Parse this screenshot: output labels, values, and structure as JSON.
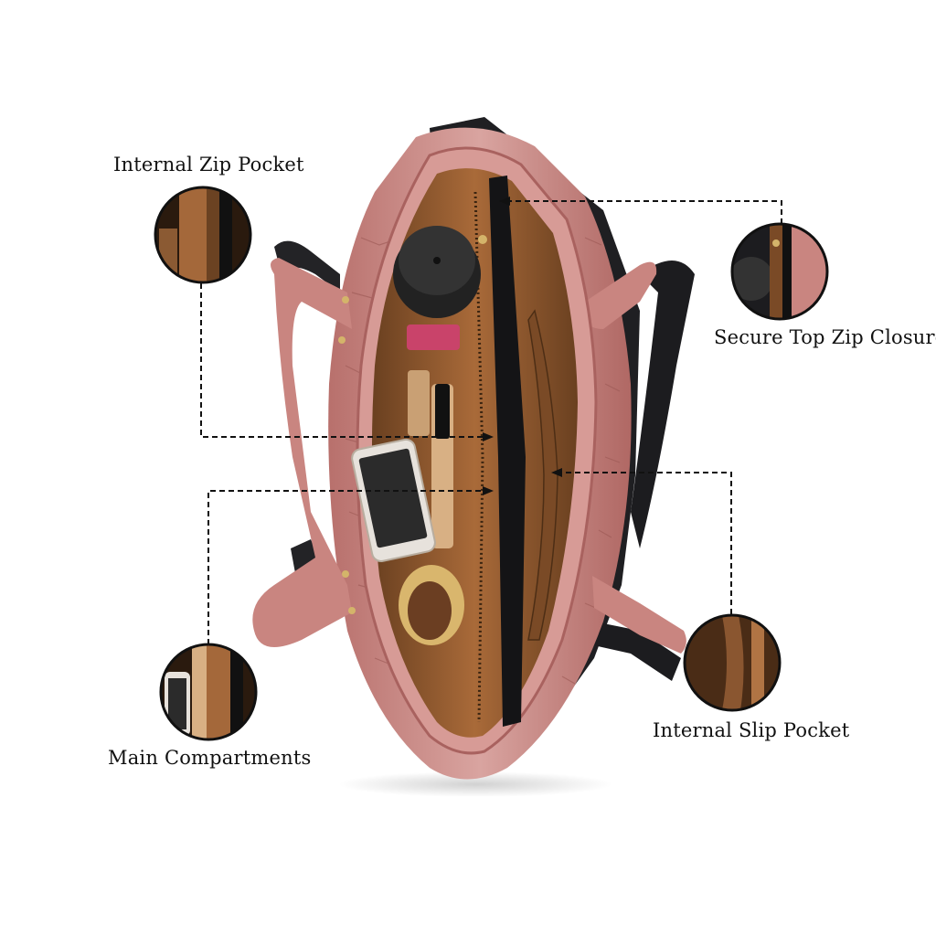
{
  "callouts": {
    "internal_zip_pocket": "Internal Zip Pocket",
    "secure_top_zip_closure": "Secure Top Zip Closure",
    "internal_slip_pocket": "Internal Slip Pocket",
    "main_compartments": "Main Compartments"
  },
  "colors": {
    "background": "#ffffff",
    "bag_pink": "#c98a86",
    "bag_pink_dark": "#a9625f",
    "bag_black": "#1f1f22",
    "lining_brown": "#9a6034",
    "lining_dark": "#5e3a1e",
    "leader_line": "#111111"
  }
}
